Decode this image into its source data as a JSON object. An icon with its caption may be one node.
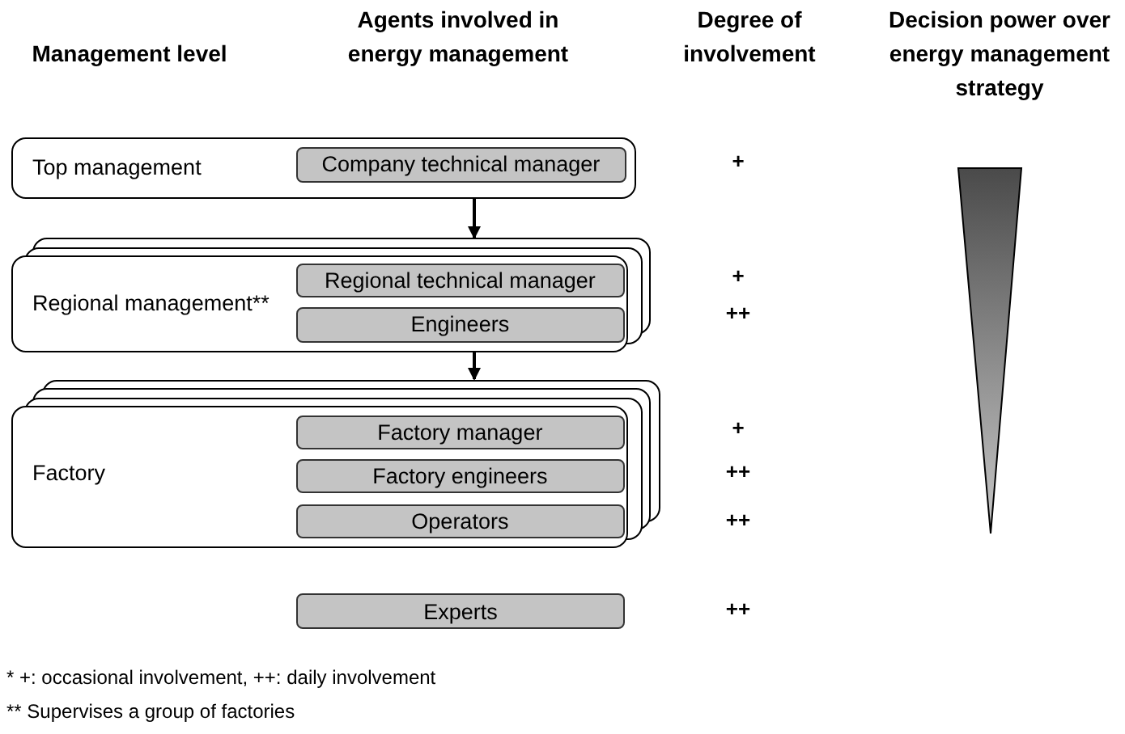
{
  "diagram": {
    "nodes": [
      {
        "text": [
          "Top management"
        ]
      },
      {
        "text": [
          "Company technical manager"
        ],
        "in": 0
      },
      {
        "text": [
          "Regional management**"
        ]
      },
      {
        "text": [
          "Regional technical manager"
        ],
        "in": 2
      },
      {
        "text": [
          "Engineers"
        ],
        "in": 2
      },
      {
        "text": [
          "Factory"
        ]
      },
      {
        "text": [
          "Factory manager"
        ],
        "in": 5
      },
      {
        "text": [
          "Factory engineers"
        ],
        "in": 5
      },
      {
        "text": [
          "Operators"
        ],
        "in": 5
      },
      {
        "text": [
          "Experts"
        ]
      }
    ],
    "edges": [
      {
        "from": 0,
        "to": 2,
        "arrow": "to"
      },
      {
        "from": 2,
        "to": 5,
        "arrow": "to"
      }
    ],
    "labels": [
      "Management level",
      "Agents involved in energy management",
      "Degree of involvement",
      "Decision power over energy management strategy",
      "+",
      "+",
      "++",
      "+",
      "++",
      "++",
      "++",
      "* +: occasional involvement, ++: daily involvement",
      "** Supervises a group of factories"
    ]
  }
}
